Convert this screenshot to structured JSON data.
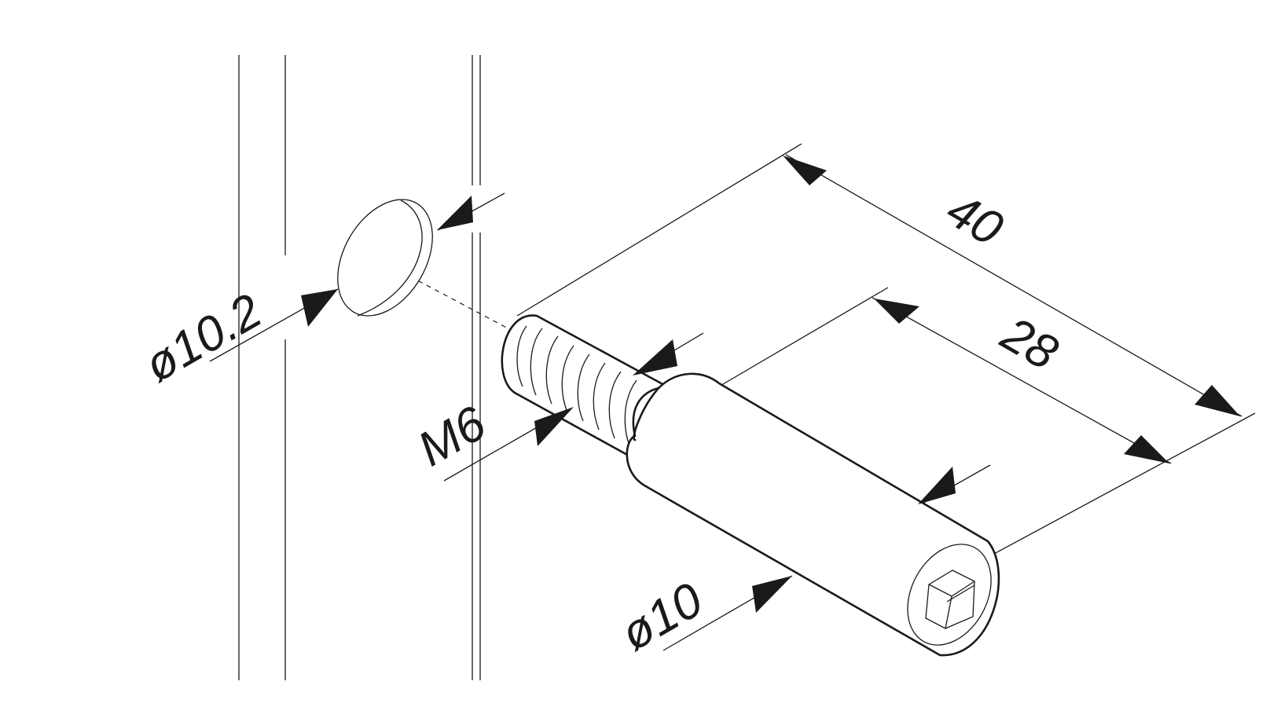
{
  "labels": {
    "overall_length": "40",
    "body_length": "28",
    "thread": "M6",
    "cap_diameter": "ø10.2",
    "body_diameter": "ø10"
  },
  "colors": {
    "line": "#1a1a1a",
    "background": "#ffffff"
  }
}
